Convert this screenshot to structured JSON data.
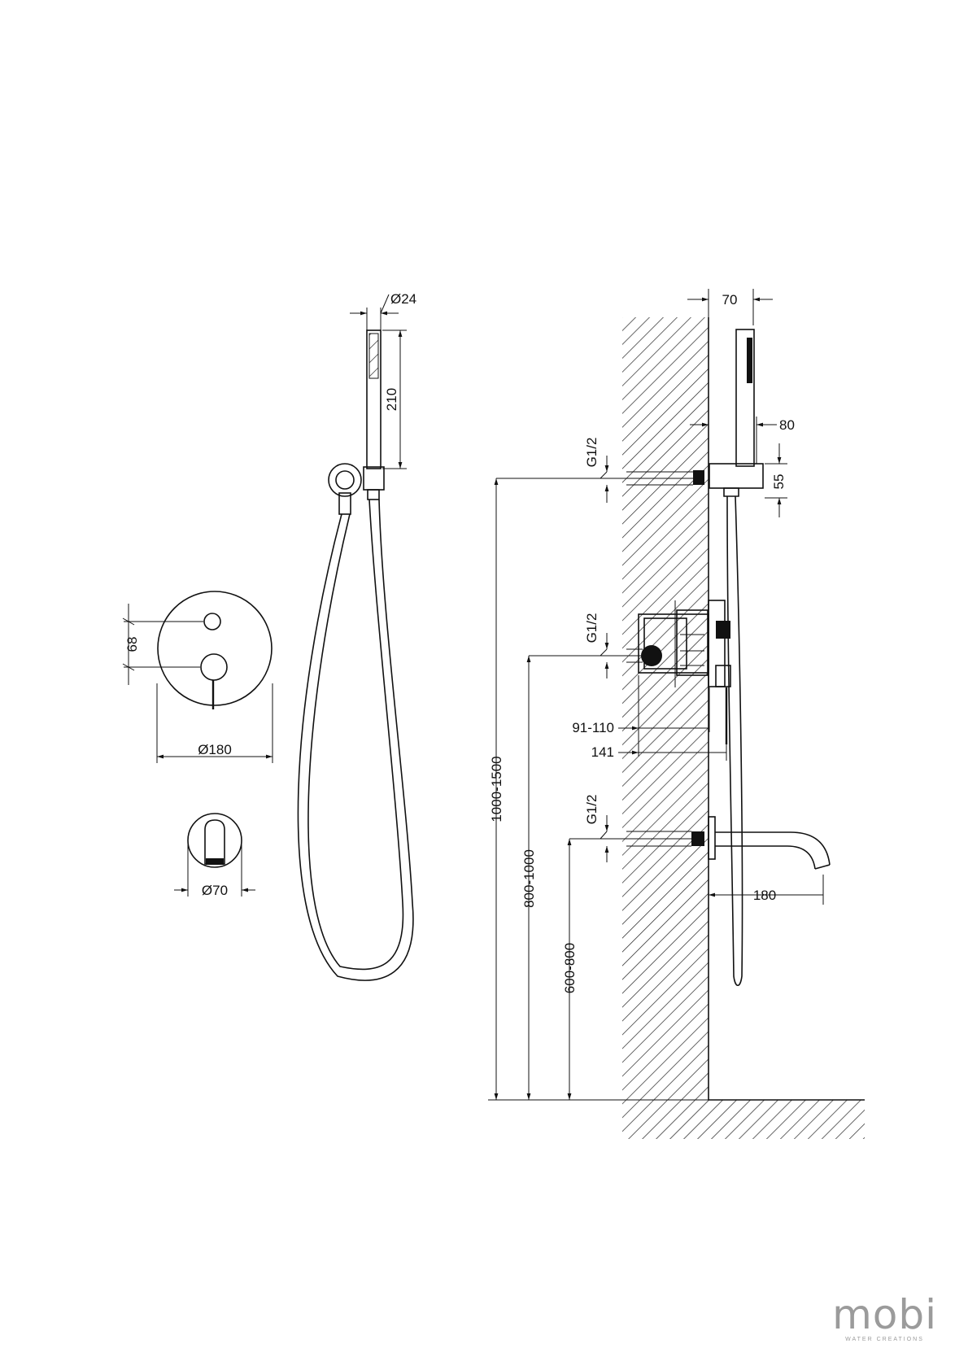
{
  "dimensions": {
    "plate_diameter": "Ø180",
    "knob_spacing": "68",
    "spout_plate_diameter": "Ø70",
    "handshower_diameter": "Ø24",
    "handshower_length": "210",
    "wall_projection_holder": "70",
    "holder_offset": "80",
    "holder_height": "55",
    "thread_top": "G1/2",
    "thread_mid": "G1/2",
    "thread_bottom": "G1/2",
    "mixer_depth_range": "91-110",
    "mixer_total_depth": "141",
    "holder_height_range": "1000-1500",
    "mixer_height_range": "800-1000",
    "spout_height_range": "600-800",
    "spout_projection": "180"
  },
  "brand": {
    "name": "mobi",
    "tagline": "WATER CREATIONS"
  },
  "colors": {
    "line": "#111111",
    "logo": "#9b9b9b"
  }
}
